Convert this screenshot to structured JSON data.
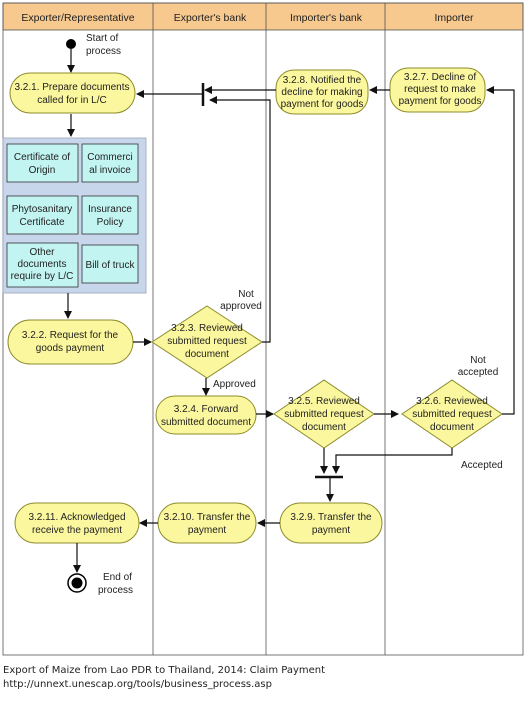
{
  "lanes": {
    "exporter": "Exporter/Representative",
    "exporters_bank": "Exporter's bank",
    "importers_bank": "Importer's bank",
    "importer": "Importer"
  },
  "start": {
    "l1": "Start of",
    "l2": "process"
  },
  "end": {
    "l1": "End of",
    "l2": "process"
  },
  "nodes": {
    "n321": {
      "l1": "3.2.1. Prepare documents",
      "l2": "called for in L/C"
    },
    "n322": {
      "l1": "3.2.2. Request for the",
      "l2": "goods payment"
    },
    "n323": {
      "l1": "3.2.3. Reviewed",
      "l2": "submitted request",
      "l3": "document"
    },
    "n324": {
      "l1": "3.2.4. Forward",
      "l2": "submitted document"
    },
    "n325": {
      "l1": "3.2.5. Reviewed",
      "l2": "submitted request",
      "l3": "document"
    },
    "n326": {
      "l1": "3.2.6. Reviewed",
      "l2": "submitted request",
      "l3": "document"
    },
    "n327": {
      "l1": "3.2.7. Decline of",
      "l2": "request to make",
      "l3": "payment for goods"
    },
    "n328": {
      "l1": "3.2.8. Notified the",
      "l2": "decline for making",
      "l3": "payment for goods"
    },
    "n329": {
      "l1": "3.2.9. Transfer the",
      "l2": "payment"
    },
    "n3210": {
      "l1": "3.2.10. Transfer the",
      "l2": "payment"
    },
    "n3211": {
      "l1": "3.2.11. Acknowledged",
      "l2": "receive the payment"
    }
  },
  "documents": {
    "cert_origin": {
      "l1": "Certificate of",
      "l2": "Origin"
    },
    "commercial": {
      "l1": "Commerci",
      "l2": "al invoice"
    },
    "phyto": {
      "l1": "Phytosanitary",
      "l2": "Certificate"
    },
    "insurance": {
      "l1": "Insurance",
      "l2": "Policy"
    },
    "other": {
      "l1": "Other",
      "l2": "documents",
      "l3": "require by L/C"
    },
    "truck": {
      "l1": "Bill of truck"
    }
  },
  "labels": {
    "not_approved": {
      "l1": "Not",
      "l2": "approved"
    },
    "approved": "Approved",
    "not_accepted": {
      "l1": "Not",
      "l2": "accepted"
    },
    "accepted": "Accepted"
  },
  "caption": {
    "line1": "Export of Maize from Lao PDR to Thailand, 2014: Claim Payment",
    "line2": "http://unnext.unescap.org/tools/business_process.asp"
  },
  "colors": {
    "header": "#f7c98f",
    "node_fill": "#fbf79e",
    "node_stroke": "#8d8c2c",
    "doc_panel": "#c8d6ec",
    "doc_fill": "#c2f4f2"
  }
}
